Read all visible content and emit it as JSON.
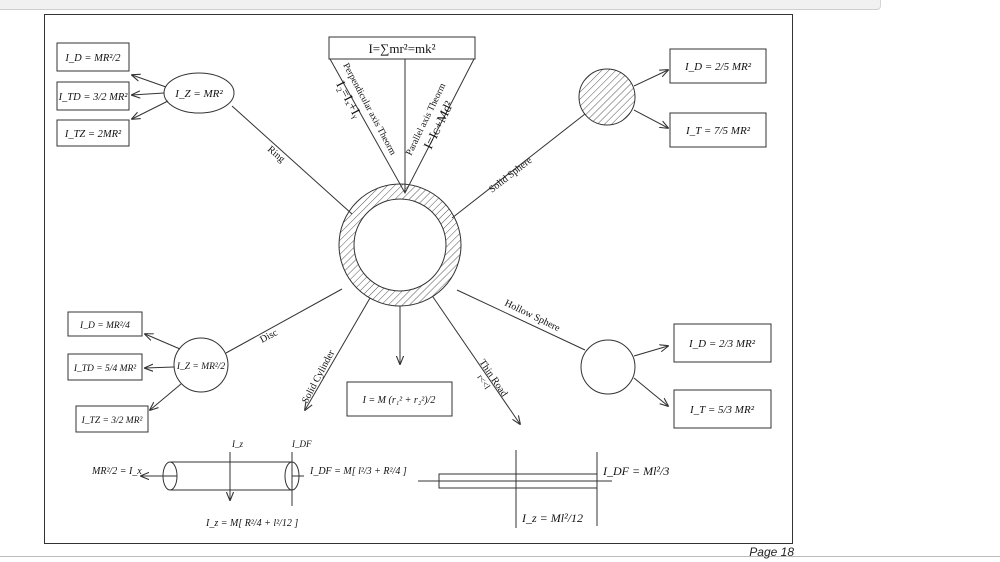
{
  "center": {
    "title_formula": "I=∑mr²=mk²",
    "perpendicular_label": "Perpendicular axis Theorm",
    "perpendicular_formula": "I₂=Iₓ+Iᵧ",
    "parallel_label": "Parallel axis Theorm",
    "parallel_formula": "I=Iᴄ+Md²"
  },
  "ring": {
    "label": "Ring",
    "oval_formula": "I_Z = MR²",
    "boxes": [
      "I_D = MR²/2",
      "I_TD = 3/2 MR²",
      "I_TZ = 2MR²"
    ]
  },
  "solid_sphere": {
    "label": "Solid Sphere",
    "boxes": [
      "I_D = 2/5 MR²",
      "I_T = 7/5 MR²"
    ]
  },
  "disc": {
    "label": "Disc",
    "circle_formula": "I_Z = MR²/2",
    "boxes": [
      "I_D = MR²/4",
      "I_TD = 5/4 MR²",
      "I_TZ = 3/2 MR²"
    ]
  },
  "hollow_sphere": {
    "label": "Hollow Sphere",
    "boxes": [
      "I_D = 2/3 MR²",
      "I_T = 5/3 MR²"
    ]
  },
  "solid_cylinder": {
    "label": "Solid Cylinder",
    "center_box": "I = M (r₁² + r₂²)/2",
    "iz_label": "I_z",
    "idf_label": "I_DF",
    "left_formula": "MR²/2 = I_x",
    "right_formula": "I_DF = M[ l²/3 + R²/4 ]",
    "bottom_formula": "I_z = M[ R²/4 + l²/12 ]"
  },
  "thin_rod": {
    "label": "Thin Road",
    "condition": "r<<l",
    "idf_formula": "I_DF = Ml²/3",
    "iz_formula": "I_z = Ml²/12"
  },
  "page": {
    "number": "Page 18"
  }
}
